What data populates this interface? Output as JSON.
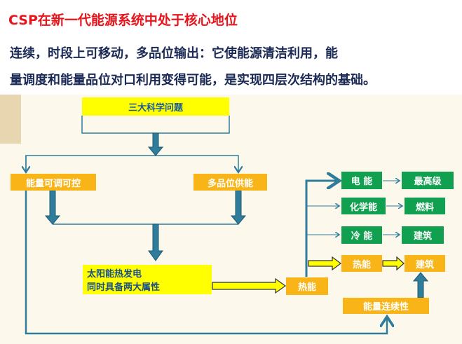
{
  "title": "CSP在新一代能源系统中处于核心地位",
  "subtitle": [
    "连续，时段上可移动，多品位输出：它使能源清洁利用，能",
    "量调度和能量品位对口利用变得可能，是实现四层次结构的基础。"
  ],
  "nodes": {
    "top": "三大科学问题",
    "adjustable": "能量可调可控",
    "multi_grade": "多品位供能",
    "csp_line1": "太阳能热发电",
    "csp_line2": "同时具备两大属性",
    "heat": "热能",
    "electric": "电 能",
    "chemical": "化学能",
    "cold": "冷 能",
    "heat2": "热能",
    "highest": "最高级",
    "fuel": "燃料",
    "building1": "建筑",
    "building2": "建筑",
    "continuity": "能量连续性"
  },
  "colors": {
    "yellow": "#ffff00",
    "orange": "#f9b417",
    "green": "#10a050",
    "arrow": "#2f7d9b",
    "title": "#e8141c"
  }
}
